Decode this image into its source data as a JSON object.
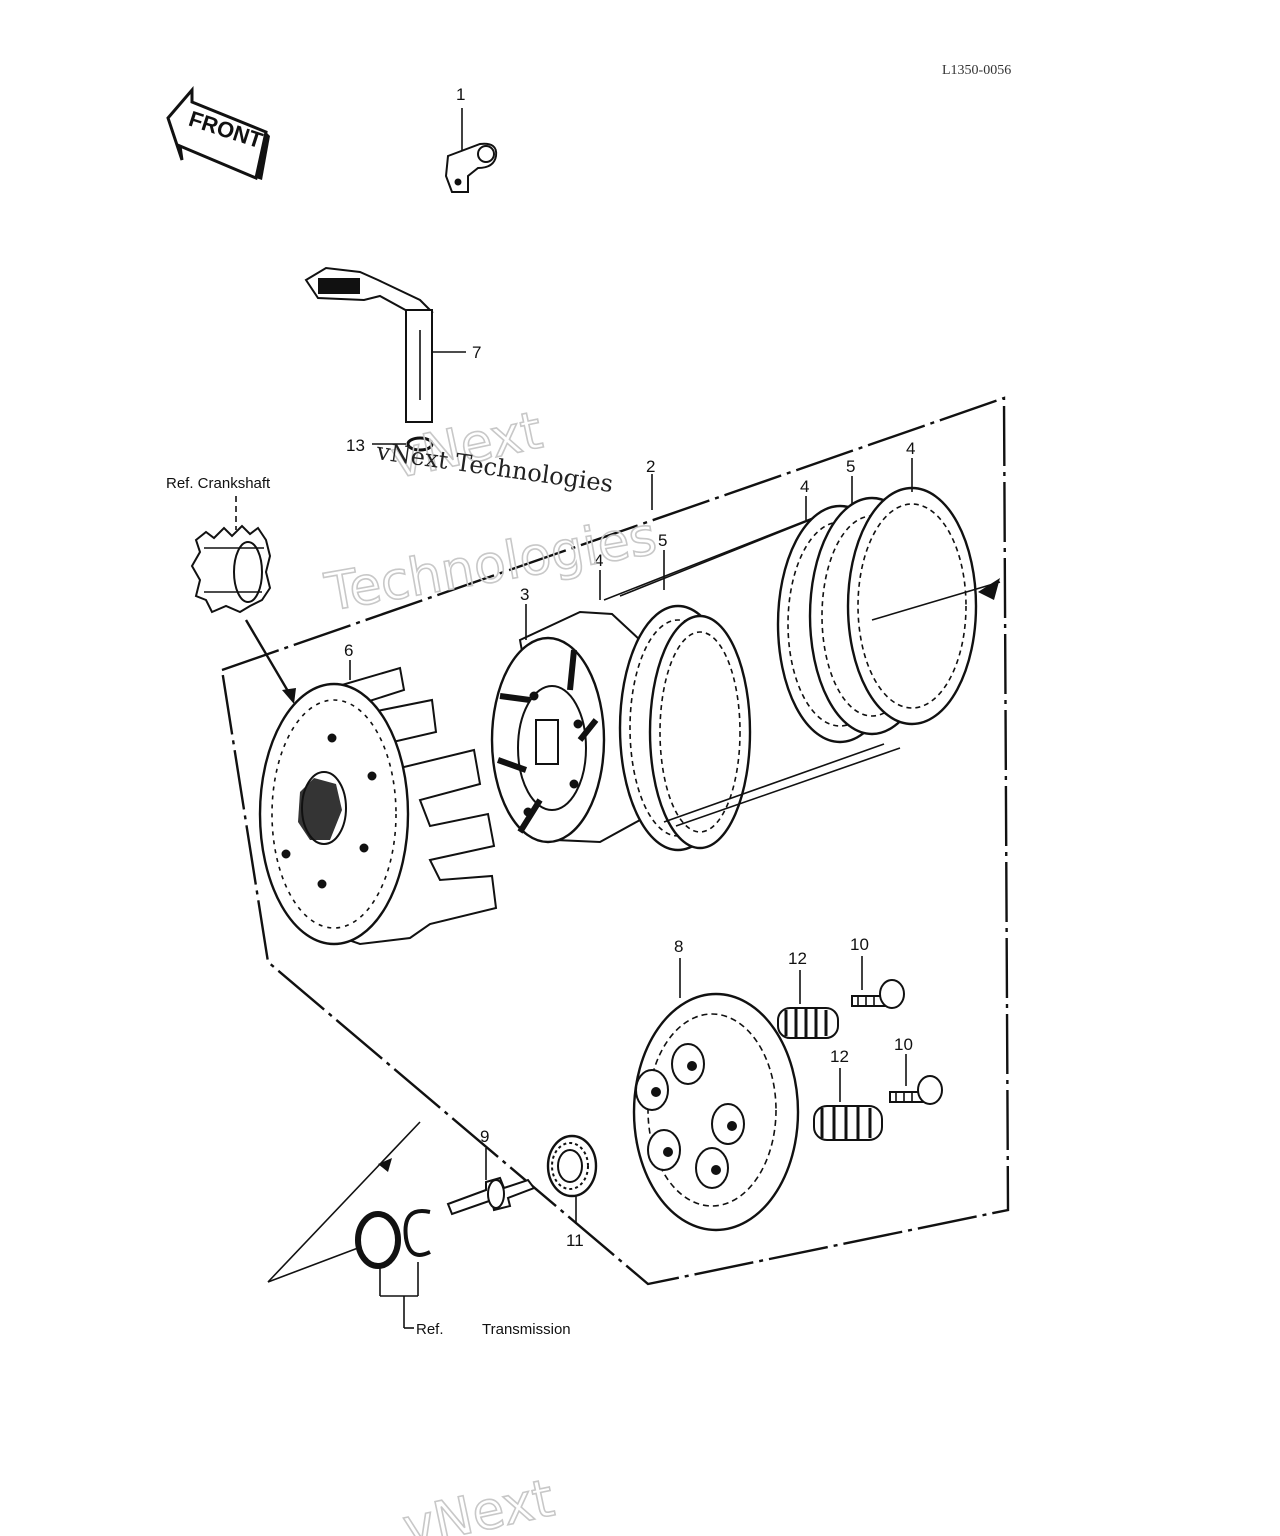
{
  "drawing_code": "L1350-0056",
  "front_label": "FRONT",
  "callouts": {
    "c1": "1",
    "c2": "2",
    "c3": "3",
    "c4a": "4",
    "c4b": "4",
    "c4c": "4",
    "c5a": "5",
    "c5b": "5",
    "c6": "6",
    "c7": "7",
    "c8": "8",
    "c9": "9",
    "c10a": "10",
    "c10b": "10",
    "c11": "11",
    "c12a": "12",
    "c12b": "12",
    "c13": "13"
  },
  "references": {
    "crankshaft": "Ref. Crankshaft",
    "ref": "Ref.",
    "transmission": "Transmission"
  },
  "watermarks": {
    "w1": "vNext",
    "w2": "Technologies",
    "w3": "vNext Technologies",
    "w4": "vNext"
  }
}
